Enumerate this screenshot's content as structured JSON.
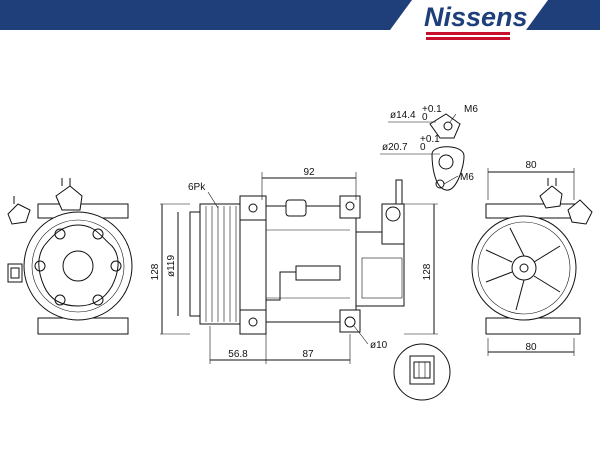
{
  "brand": {
    "name": "Nissens",
    "accent_color": "#1e3f7a",
    "stripe_color": "#c8102e"
  },
  "dimensions": {
    "belt": "6Pk",
    "pulley_dia": "ø119",
    "height_left": "128",
    "height_right": "128",
    "top_span": "92",
    "bottom_left": "56.8",
    "bottom_mid": "87",
    "hole_dia": "ø10",
    "rear_top": "80",
    "rear_bottom": "80",
    "port_large": "ø20.7",
    "port_large_tol": "+0.1",
    "port_large_tol_low": "0",
    "port_small": "ø14.4",
    "port_small_tol": "+0.1",
    "port_small_tol_low": "0",
    "thread_top": "M6",
    "thread_bottom": "M6"
  },
  "views": [
    "front-view",
    "side-view",
    "rear-view",
    "port-detail",
    "connector-detail"
  ]
}
